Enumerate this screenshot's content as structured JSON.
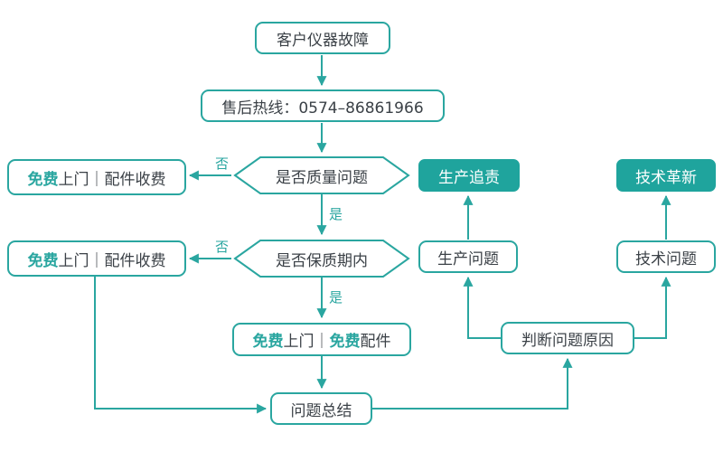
{
  "colors": {
    "accent_teal": "#2aa6a0",
    "filled_node_teal": "#1fa49d",
    "text_dark": "#3b4147",
    "filled_node_text": "#ffffff",
    "background": "#ffffff"
  },
  "flow": {
    "start": "客户仪器故障",
    "hotline": "售后热线：0574–86861966",
    "q_quality": "是否质量问题",
    "q_warranty": "是否保质期内",
    "label_no": "否",
    "label_yes": "是",
    "paid": {
      "p1": "免费",
      "p2": "上门｜配件收费"
    },
    "free": {
      "p1": "免费",
      "p2": "上门｜",
      "p3": "免费",
      "p4": "配件"
    },
    "summary": "问题总结",
    "judge": "判断问题原因",
    "prod_problem": "生产问题",
    "tech_problem": "技术问题",
    "prod_trace": "生产追责",
    "tech_innovation": "技术革新"
  }
}
